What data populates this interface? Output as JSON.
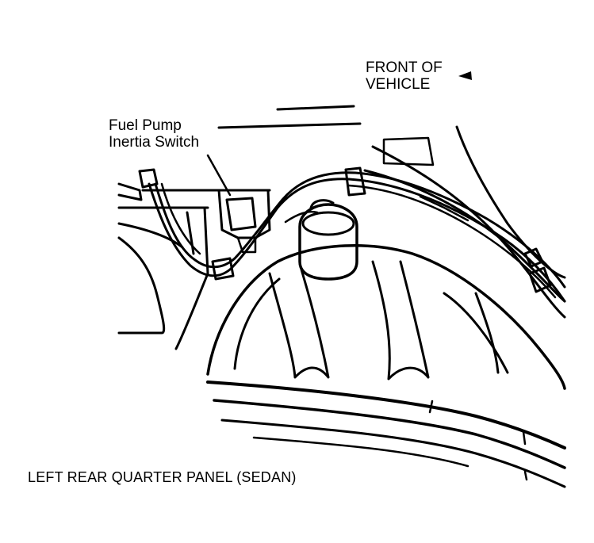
{
  "labels": {
    "callout_line1": "Fuel Pump",
    "callout_line2": "Inertia Switch",
    "front_line1": "FRONT OF",
    "front_line2": "VEHICLE",
    "caption": "LEFT REAR QUARTER PANEL (SEDAN)"
  },
  "colors": {
    "ink": "#000000",
    "paper": "#ffffff"
  }
}
